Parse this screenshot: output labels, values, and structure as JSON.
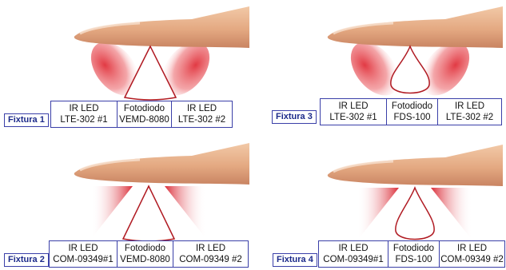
{
  "colors": {
    "border": "#3a3fa8",
    "label_text": "#1c2a8a",
    "led_glow": "#e0303a",
    "photodiode_outline": "#b01a22",
    "skin": "#e8b48e"
  },
  "fixtures": [
    {
      "label": "Fixtura 1",
      "photodiode_shape": "cone",
      "led_shape": "oval",
      "cells": [
        {
          "line1": "IR LED",
          "line2": "LTE-302 #1"
        },
        {
          "line1": "Fotodiodo",
          "line2": "VEMD-8080"
        },
        {
          "line1": "IR LED",
          "line2": "LTE-302 #2"
        }
      ]
    },
    {
      "label": "Fixtura 3",
      "photodiode_shape": "drop",
      "led_shape": "oval",
      "cells": [
        {
          "line1": "IR LED",
          "line2": "LTE-302 #1"
        },
        {
          "line1": "Fotodiodo",
          "line2": "FDS-100"
        },
        {
          "line1": "IR LED",
          "line2": "LTE-302 #2"
        }
      ]
    },
    {
      "label": "Fixtura 2",
      "photodiode_shape": "cone",
      "led_shape": "wedge",
      "cells": [
        {
          "line1": "IR LED",
          "line2": "COM-09349#1"
        },
        {
          "line1": "Fotodiodo",
          "line2": "VEMD-8080"
        },
        {
          "line1": "IR LED",
          "line2": "COM-09349 #2"
        }
      ]
    },
    {
      "label": "Fixtura 4",
      "photodiode_shape": "drop",
      "led_shape": "wedge",
      "cells": [
        {
          "line1": "IR LED",
          "line2": "COM-09349#1"
        },
        {
          "line1": "Fotodiodo",
          "line2": "FDS-100"
        },
        {
          "line1": "IR LED",
          "line2": "COM-09349 #2"
        }
      ]
    }
  ]
}
